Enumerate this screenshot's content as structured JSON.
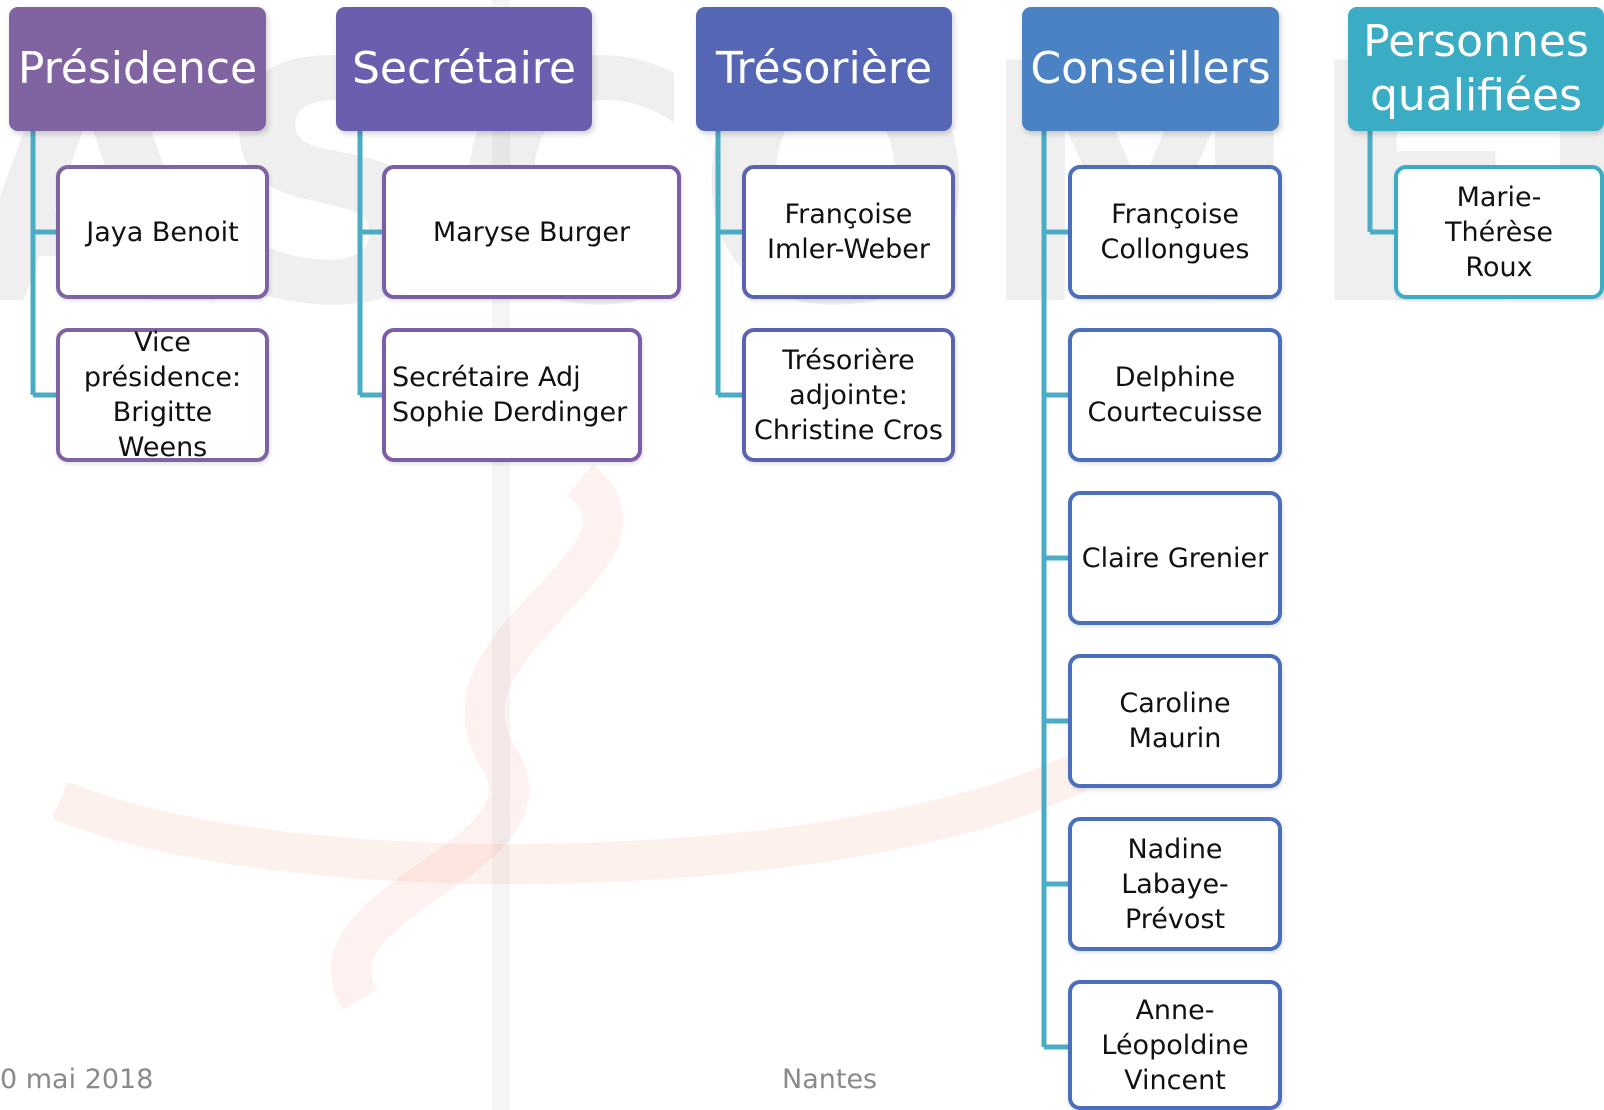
{
  "colors": {
    "presidence": "#8064a2",
    "secretaire": "#6a5fae",
    "tresoriere": "#5566b4",
    "conseillers": "#4a82c3",
    "personnes": "#3aacc4",
    "connector": "#4bacc6",
    "footer_text": "#8a8a8a"
  },
  "columns": [
    {
      "header": "Présidence",
      "items": [
        "Jaya Benoit",
        "Vice présidence:\nBrigitte Weens"
      ]
    },
    {
      "header": "Secrétaire",
      "items": [
        "Maryse Burger",
        "Secrétaire  Adj\nSophie Derdinger"
      ]
    },
    {
      "header": "Trésorière",
      "items": [
        "Françoise\nImler-Weber",
        "Trésorière\nadjointe:\nChristine Cros"
      ]
    },
    {
      "header": "Conseillers",
      "items": [
        "Françoise\nCollongues",
        "Delphine\nCourtecuisse",
        "Claire Grenier",
        "Caroline\nMaurin",
        "Nadine\nLabaye-\nPrévost",
        "Anne-\nLéopoldine\nVincent"
      ]
    },
    {
      "header": "Personnes\nqualifiées",
      "items": [
        "Marie-Thérèse\nRoux"
      ]
    }
  ],
  "footer": {
    "date": "0 mai 2018",
    "place": "Nantes"
  }
}
